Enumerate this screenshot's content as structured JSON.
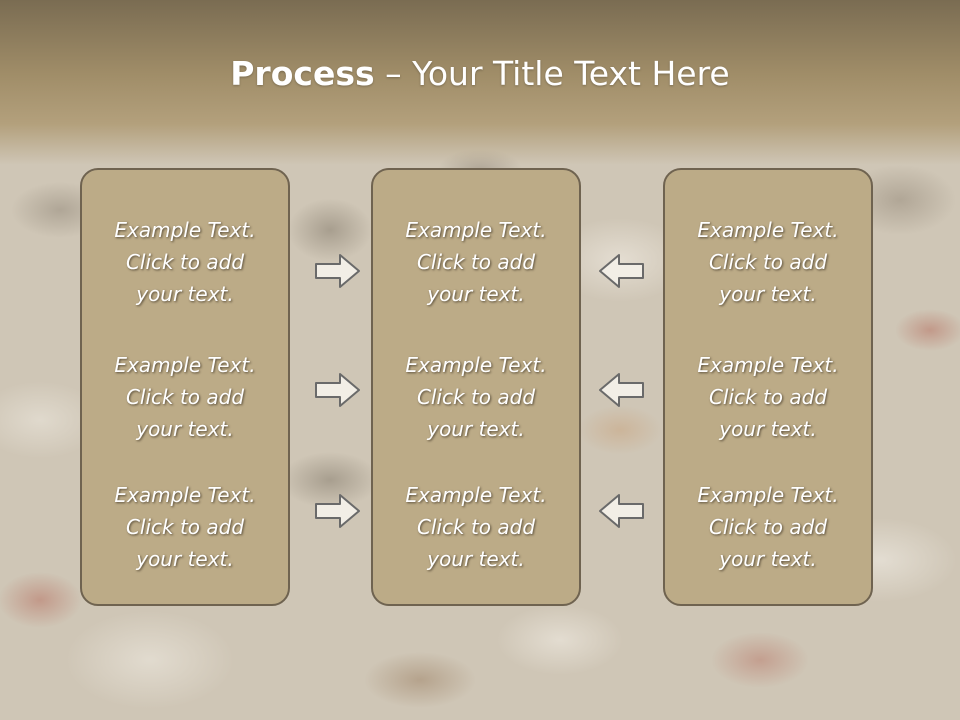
{
  "title": {
    "bold": "Process",
    "separator": " – ",
    "rest": "Your Title Text Here"
  },
  "columns": [
    {
      "items": [
        {
          "line1": "Example Text.",
          "line2": "Click  to add",
          "line3": "your text."
        },
        {
          "line1": "Example Text.",
          "line2": "Click  to add",
          "line3": "your text."
        },
        {
          "line1": "Example Text.",
          "line2": "Click  to add",
          "line3": "your text."
        }
      ]
    },
    {
      "items": [
        {
          "line1": "Example Text.",
          "line2": "Click  to add",
          "line3": "your text."
        },
        {
          "line1": "Example Text.",
          "line2": "Click  to add",
          "line3": "your text."
        },
        {
          "line1": "Example Text.",
          "line2": "Click  to add",
          "line3": "your text."
        }
      ]
    },
    {
      "items": [
        {
          "line1": "Example Text.",
          "line2": "Click  to add",
          "line3": "your text."
        },
        {
          "line1": "Example Text.",
          "line2": "Click  to add",
          "line3": "your text."
        },
        {
          "line1": "Example Text.",
          "line2": "Click  to add",
          "line3": "your text."
        }
      ]
    }
  ],
  "arrows": {
    "left_group": "arrow-right-icon",
    "right_group": "arrow-left-icon"
  },
  "colors": {
    "box_fill": "#bcab87",
    "box_border": "#6f6350",
    "title_band": "#a08d68",
    "text": "#ffffff"
  }
}
